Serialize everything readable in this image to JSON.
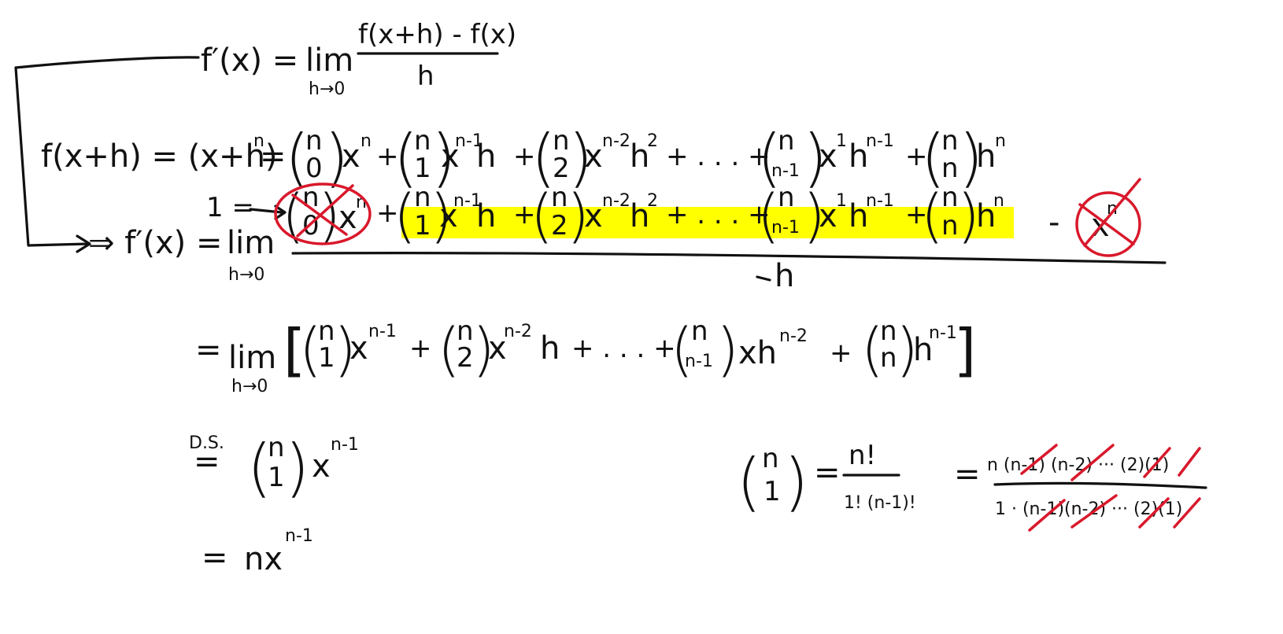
{
  "line1": {
    "lhs": "f′(x) =",
    "lim": "lim",
    "sub": "h→0",
    "numerator": "f(x+h) - f(x)",
    "denominator": "h"
  },
  "line2": {
    "lhs": "f(x+h) = (x+h)",
    "lhs_exp": "n",
    "eq": "=",
    "binoms": [
      {
        "top": "n",
        "bot": "0"
      },
      {
        "top": "n",
        "bot": "1"
      },
      {
        "top": "n",
        "bot": "2"
      },
      {
        "top": "n",
        "bot": "n-1"
      },
      {
        "top": "n",
        "bot": "n"
      }
    ],
    "x": "x",
    "h": "h",
    "plus": "+",
    "dots": "+ . . . +",
    "exp_n": "n",
    "exp_n1": "n-1",
    "exp_n2": "n-2",
    "exp_2": "2",
    "exp_1": "1"
  },
  "line3": {
    "one_eq": "1 =",
    "lhs": "⇒ f′(x) =",
    "lim": "lim",
    "sub": "h→0",
    "minus": "-",
    "denominator": "h",
    "highlight_color": "#ffff00",
    "cross_color": "#d9182b"
  },
  "line4": {
    "eq": "=",
    "lim": "lim",
    "sub": "h→0",
    "lb": "[",
    "rb": "]",
    "xh": "xh"
  },
  "line5": {
    "ds_label": "D.S.",
    "eq": "="
  },
  "line6": {
    "eq": "=",
    "text": "nx",
    "exp": "n-1"
  },
  "side": {
    "eq1": "=",
    "frac_num": "n!",
    "frac_den": "1! (n-1)!",
    "eq2": "=",
    "num2": "n (n-1) (n-2) ··· (2)(1)",
    "den2": "1 · (n-1)(n-2) ··· (2)(1)"
  }
}
